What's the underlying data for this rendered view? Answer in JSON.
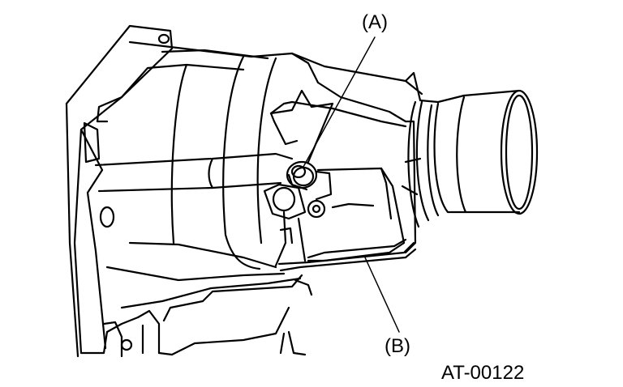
{
  "callouts": {
    "a": "(A)",
    "b": "(B)"
  },
  "figure_id": "AT-00122",
  "colors": {
    "line": "#000000",
    "background": "#ffffff"
  }
}
